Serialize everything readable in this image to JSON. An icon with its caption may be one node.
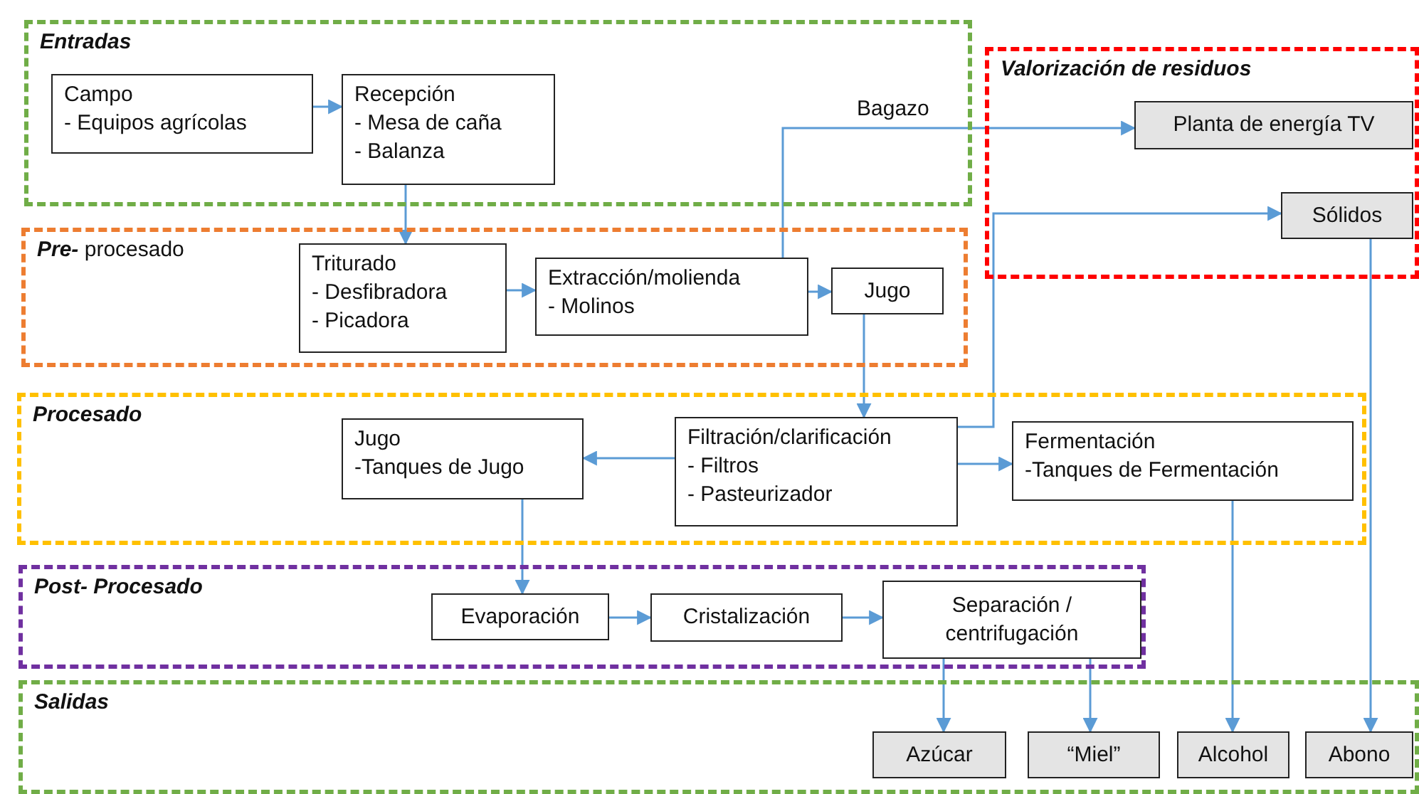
{
  "diagram": {
    "nodes": [
      {
        "text": [
          "Entradas"
        ]
      },
      {
        "text": [
          "Campo",
          "- Equipos agrícolas"
        ],
        "in": 0
      },
      {
        "text": [
          "Recepción",
          "- Mesa de caña",
          "- Balanza"
        ],
        "in": 0
      },
      {
        "text": [
          "**Pre-** procesado"
        ]
      },
      {
        "text": [
          "Triturado",
          "- Desfibradora",
          "- Picadora"
        ],
        "in": 3
      },
      {
        "text": [
          "Extracción/molienda",
          "- Molinos"
        ],
        "in": 3
      },
      {
        "text": [
          "Jugo"
        ],
        "in": 3
      },
      {
        "text": [
          "Valorización  de residuos"
        ]
      },
      {
        "text": [
          "Planta de energía TV"
        ],
        "in": 7
      },
      {
        "text": [
          "Sólidos"
        ],
        "in": 7
      },
      {
        "text": [
          "Procesado"
        ]
      },
      {
        "text": [
          "Jugo",
          "-Tanques de Jugo"
        ],
        "in": 10
      },
      {
        "text": [
          "Filtración/clarificación",
          "- Filtros",
          "- Pasteurizador"
        ],
        "in": 10
      },
      {
        "text": [
          "Fermentación",
          "-Tanques de Fermentación"
        ],
        "in": 10
      },
      {
        "text": [
          "Post- Procesado"
        ]
      },
      {
        "text": [
          "Evaporación"
        ],
        "in": 14
      },
      {
        "text": [
          "Cristalización"
        ],
        "in": 14
      },
      {
        "text": [
          "Separación / centrifugación"
        ],
        "in": 14
      },
      {
        "text": [
          "Salidas"
        ]
      },
      {
        "text": [
          "Azúcar"
        ],
        "in": 18
      },
      {
        "text": [
          "“Miel”"
        ],
        "in": 18
      },
      {
        "text": [
          "Alcohol"
        ],
        "in": 18
      },
      {
        "text": [
          "Abono"
        ],
        "in": 18
      }
    ],
    "edges": [
      {
        "from": 1,
        "to": 2,
        "arrow": "to"
      },
      {
        "from": 2,
        "to": 4,
        "arrow": "to"
      },
      {
        "from": 4,
        "to": 5,
        "arrow": "to"
      },
      {
        "from": 5,
        "to": 8,
        "arrow": "to",
        "label": "Bagazo"
      },
      {
        "from": 5,
        "to": 6,
        "arrow": "to"
      },
      {
        "from": 6,
        "to": 12,
        "arrow": "to"
      },
      {
        "from": 12,
        "to": 9,
        "arrow": "to"
      },
      {
        "from": 12,
        "to": 11,
        "arrow": "to"
      },
      {
        "from": 12,
        "to": 13,
        "arrow": "to"
      },
      {
        "from": 11,
        "to": 15,
        "arrow": "to"
      },
      {
        "from": 15,
        "to": 16,
        "arrow": "to"
      },
      {
        "from": 16,
        "to": 17,
        "arrow": "to"
      },
      {
        "from": 17,
        "to": 19,
        "arrow": "to"
      },
      {
        "from": 17,
        "to": 20,
        "arrow": "to"
      },
      {
        "from": 13,
        "to": 21,
        "arrow": "to"
      },
      {
        "from": 9,
        "to": 22,
        "arrow": "to"
      }
    ]
  }
}
